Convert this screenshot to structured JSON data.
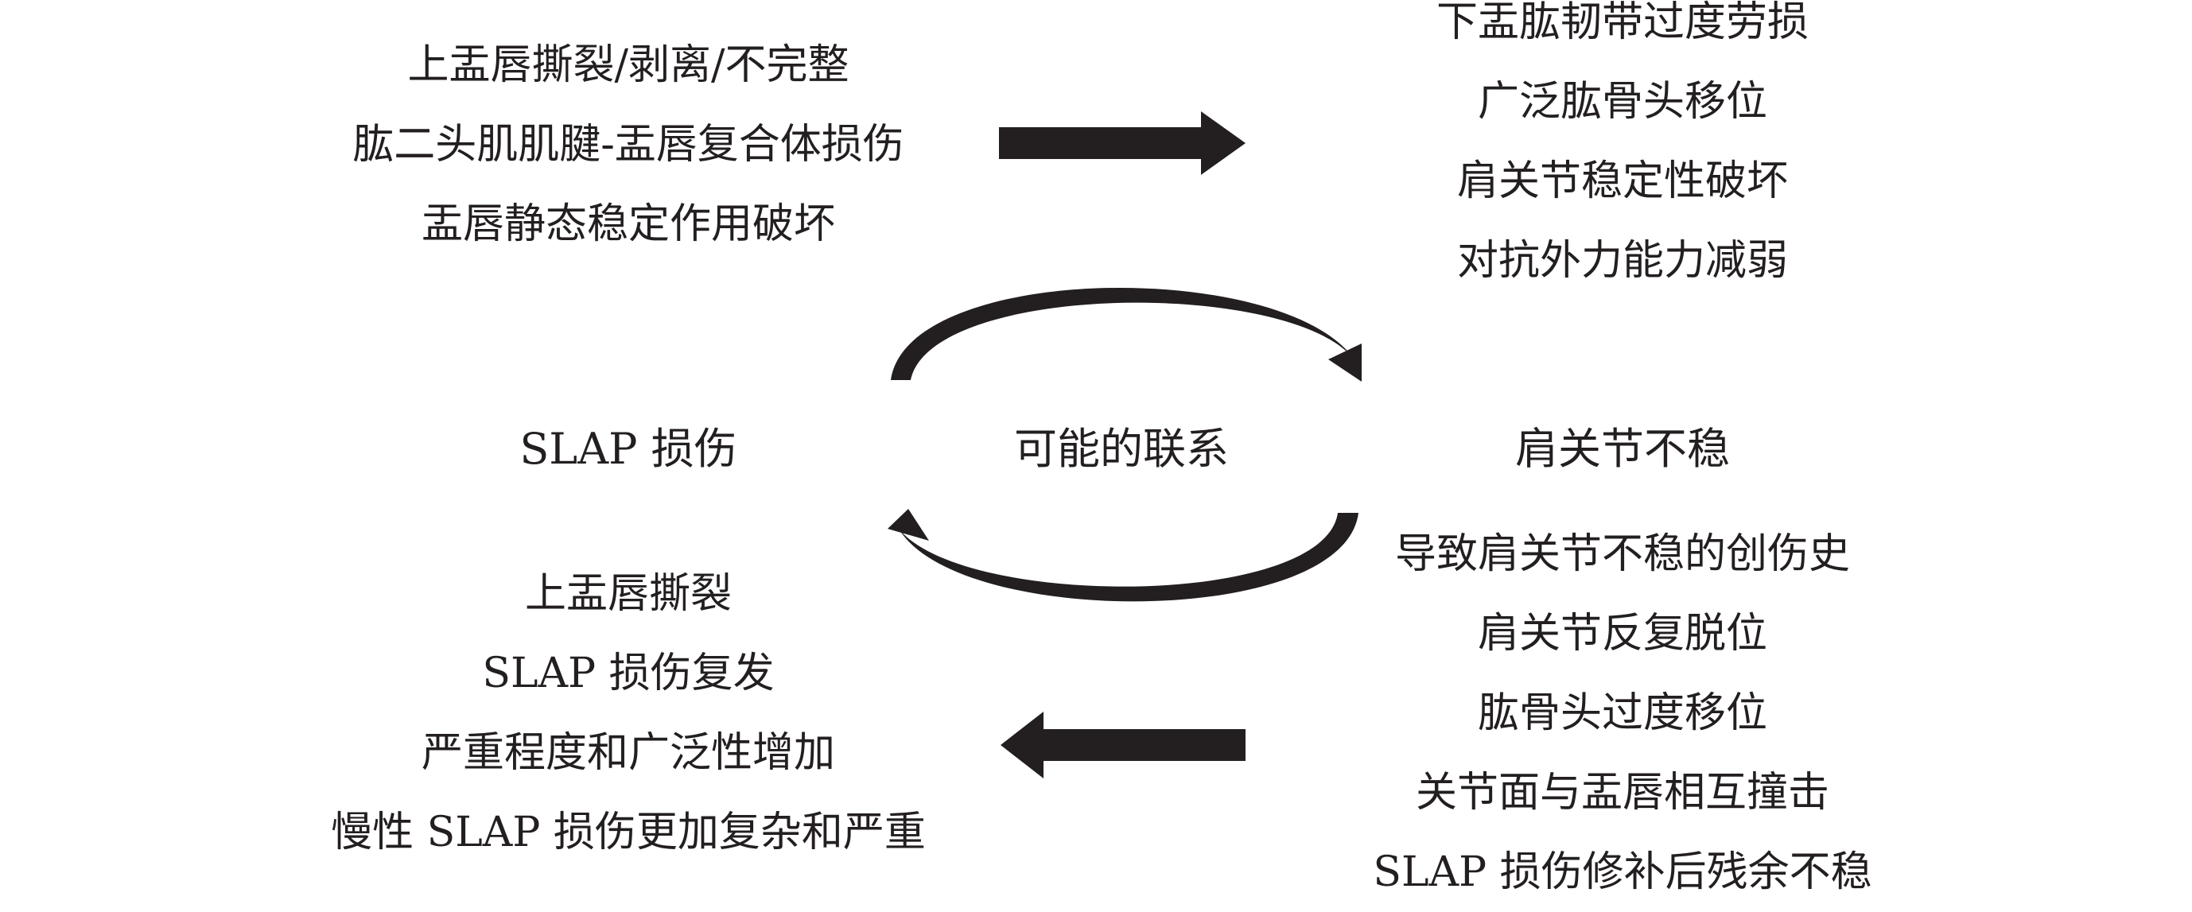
{
  "slap_effects": [
    "上盂唇撕裂/剥离/不完整",
    "肱二头肌肌腱-盂唇复合体损伤",
    "盂唇静态稳定作用破坏"
  ],
  "instability_results": [
    "下盂肱韧带过度劳损",
    "广泛肱骨头移位",
    "肩关节稳定性破坏",
    "对抗外力能力减弱"
  ],
  "nodes": {
    "slap": "SLAP 损伤",
    "link": "可能的联系",
    "instability": "肩关节不稳"
  },
  "instability_causes": [
    "导致肩关节不稳的创伤史",
    "肩关节反复脱位",
    "肱骨头过度移位",
    "关节面与盂唇相互撞击",
    "SLAP 损伤修补后残余不稳"
  ],
  "slap_results": [
    "上盂唇撕裂",
    "SLAP 损伤复发",
    "严重程度和广泛性增加",
    "慢性 SLAP 损伤更加复杂和严重"
  ],
  "colors": {
    "ink": "#231f20"
  }
}
